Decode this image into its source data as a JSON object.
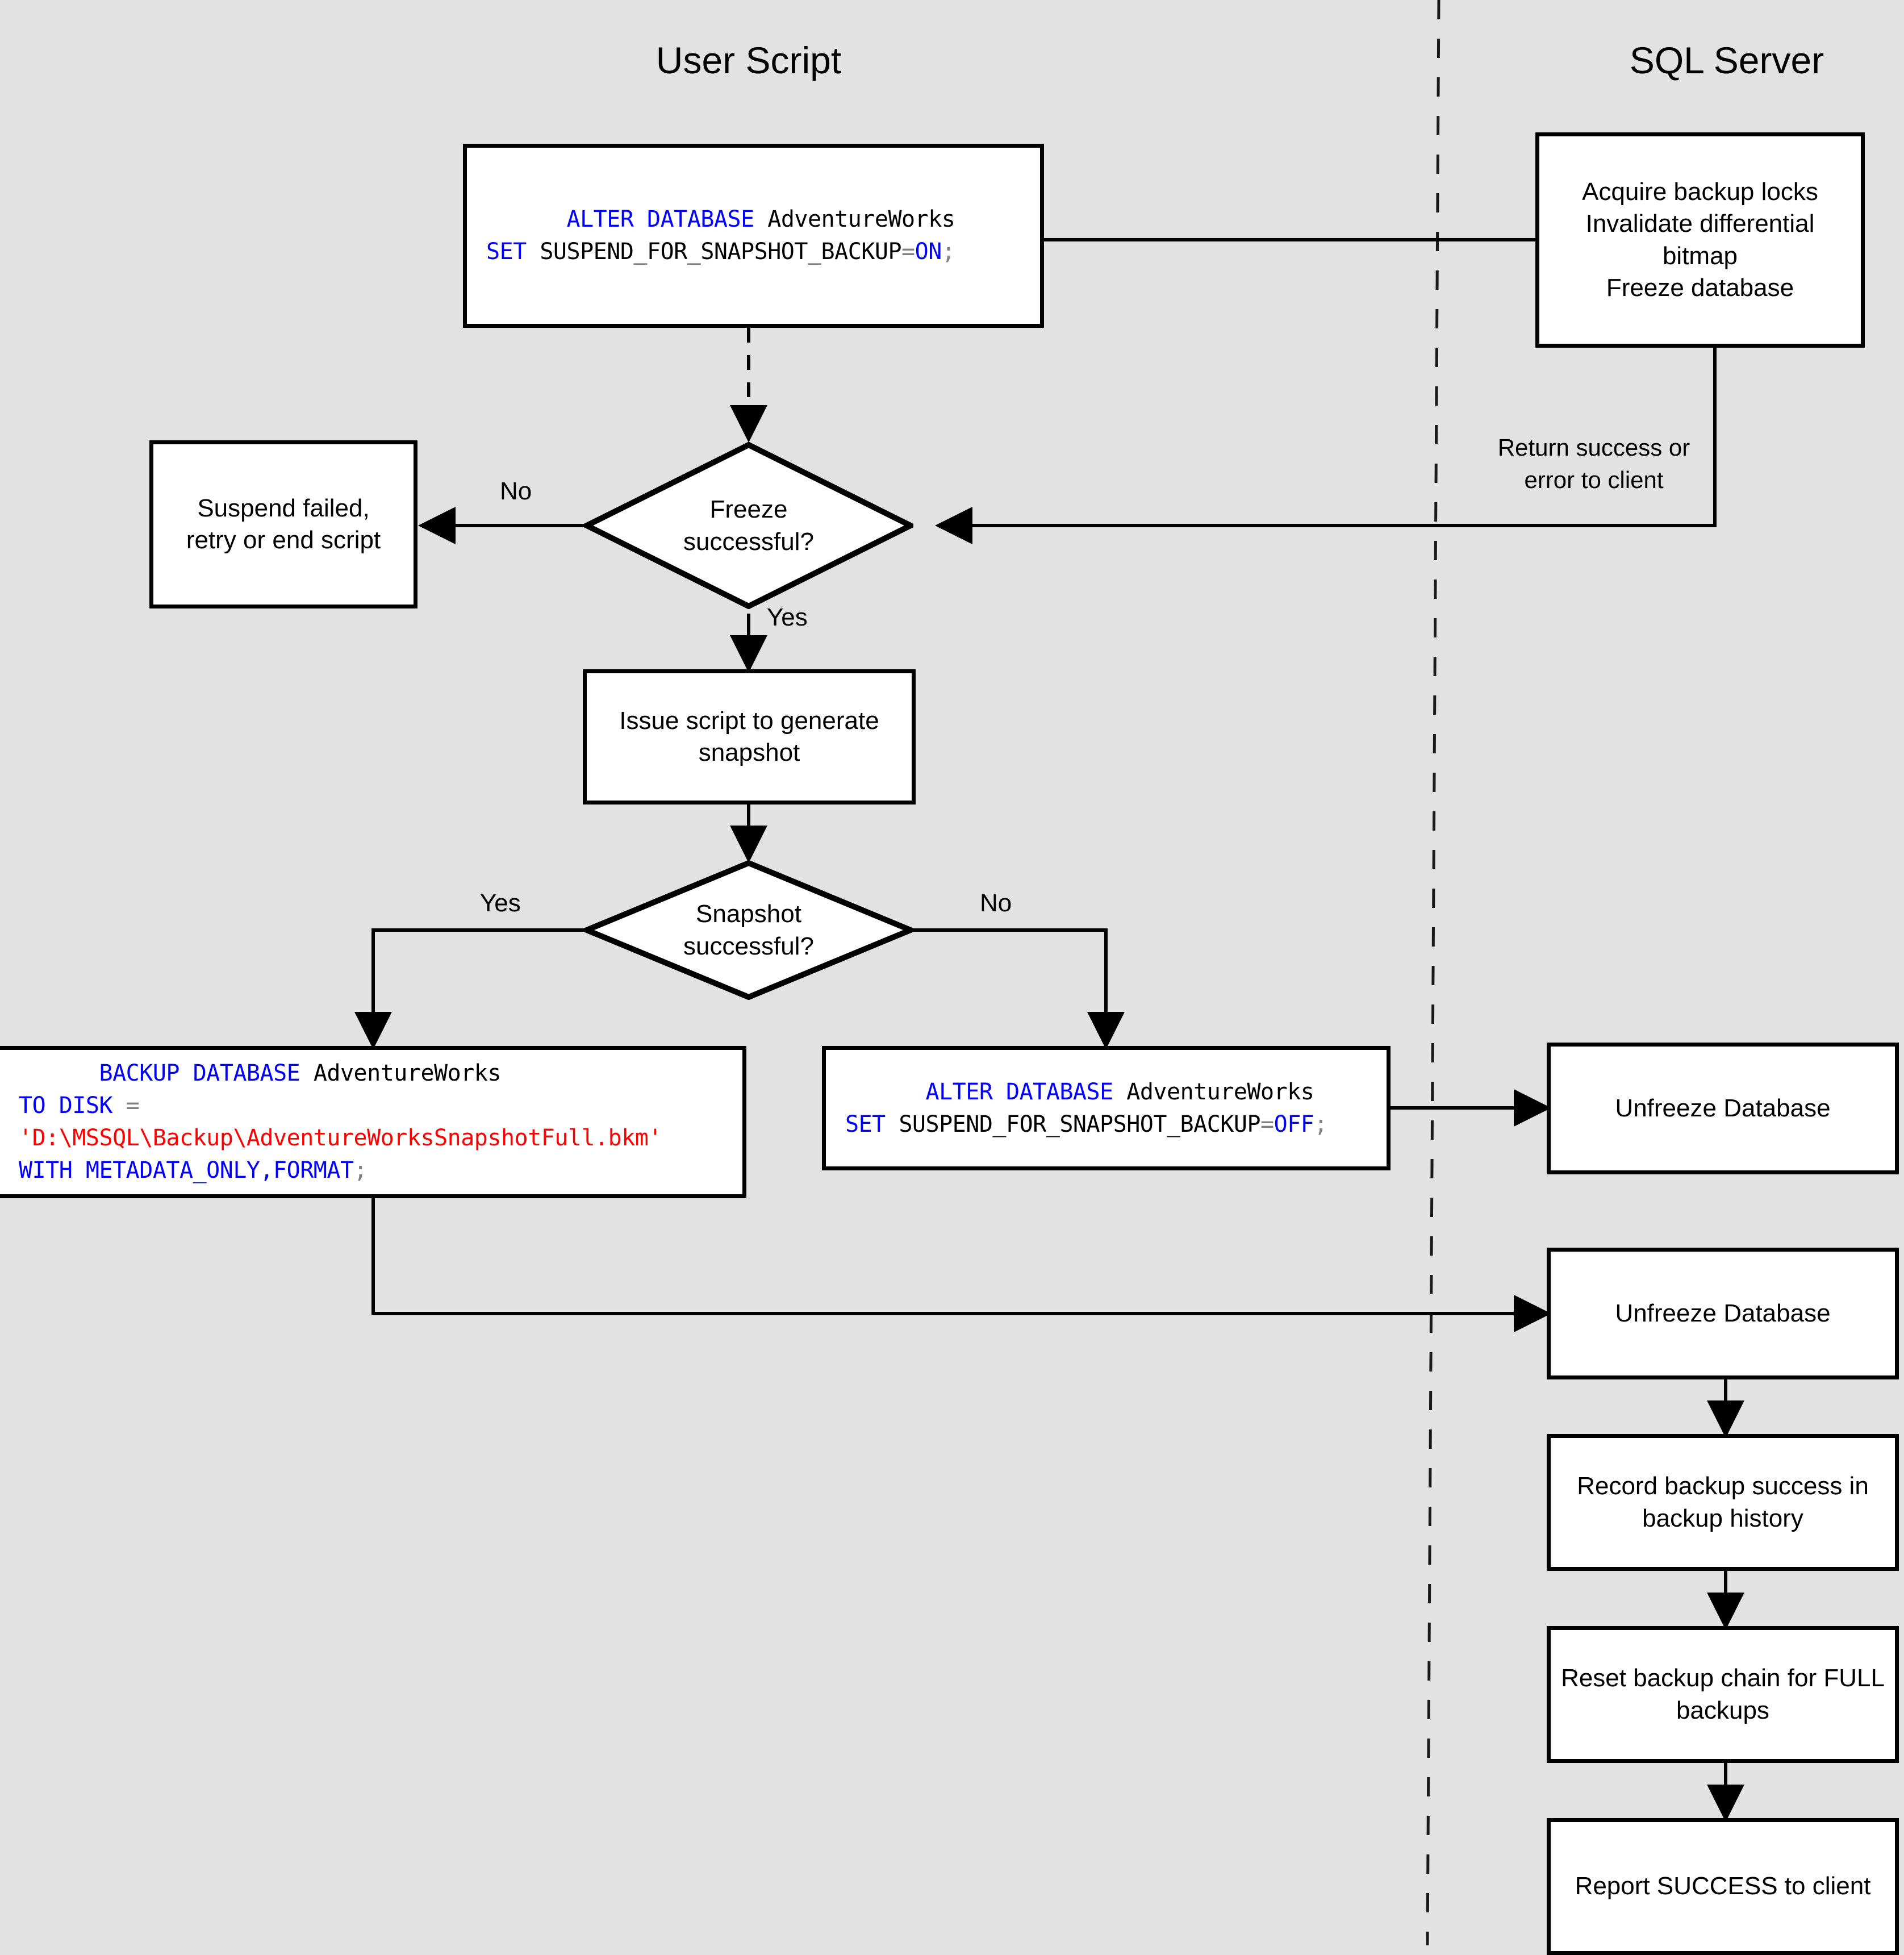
{
  "diagram": {
    "background_color": "#e2e2e2",
    "title": "SQL Server database snapshot backup flow"
  },
  "lanes": [
    {
      "id": "user-script",
      "title": "User Script"
    },
    {
      "id": "sql-server",
      "title": "SQL Server"
    }
  ],
  "code_blocks": {
    "alter_on": {
      "line1": [
        {
          "t": "ALTER DATABASE ",
          "c": "kw"
        },
        {
          "t": "AdventureWorks",
          "c": "id"
        }
      ],
      "line2": [
        {
          "t": "SET ",
          "c": "kw"
        },
        {
          "t": "SUSPEND_FOR_SNAPSHOT_BACKUP",
          "c": "id"
        },
        {
          "t": "=",
          "c": "op"
        },
        {
          "t": "ON",
          "c": "kw"
        },
        {
          "t": ";",
          "c": "op"
        }
      ],
      "plain": "ALTER DATABASE AdventureWorks SET SUSPEND_FOR_SNAPSHOT_BACKUP=ON;"
    },
    "alter_off": {
      "line1": [
        {
          "t": "ALTER DATABASE ",
          "c": "kw"
        },
        {
          "t": "AdventureWorks",
          "c": "id"
        }
      ],
      "line2": [
        {
          "t": "SET ",
          "c": "kw"
        },
        {
          "t": "SUSPEND_FOR_SNAPSHOT_BACKUP",
          "c": "id"
        },
        {
          "t": "=",
          "c": "op"
        },
        {
          "t": "OFF",
          "c": "kw"
        },
        {
          "t": ";",
          "c": "op"
        }
      ],
      "plain": "ALTER DATABASE AdventureWorks SET SUSPEND_FOR_SNAPSHOT_BACKUP=OFF;"
    },
    "backup": {
      "line1": [
        {
          "t": "BACKUP DATABASE ",
          "c": "kw"
        },
        {
          "t": "AdventureWorks",
          "c": "id"
        }
      ],
      "line2": [
        {
          "t": "TO DISK ",
          "c": "kw"
        },
        {
          "t": "=",
          "c": "op"
        }
      ],
      "line3": [
        {
          "t": "'D:\\MSSQL\\Backup\\AdventureWorksSnapshotFull.bkm'",
          "c": "str"
        }
      ],
      "line4": [
        {
          "t": "WITH METADATA_ONLY,FORMAT",
          "c": "kw"
        },
        {
          "t": ";",
          "c": "op"
        }
      ],
      "plain": "BACKUP DATABASE AdventureWorks TO DISK = 'D:\\MSSQL\\Backup\\AdventureWorksSnapshotFull.bkm' WITH METADATA_ONLY,FORMAT;"
    }
  },
  "nodes": {
    "acquire_locks": "Acquire backup locks\nInvalidate differential\nbitmap\nFreeze database",
    "suspend_failed": "Suspend failed,\nretry or end script",
    "issue_script": "Issue script to generate\nsnapshot",
    "unfreeze_1": "Unfreeze Database",
    "unfreeze_2": "Unfreeze Database",
    "record_history": "Record backup success in\nbackup history",
    "reset_chain": "Reset backup chain for FULL\nbackups",
    "report_success": "Report SUCCESS to client"
  },
  "decisions": {
    "freeze_successful": "Freeze\nsuccessful?",
    "snapshot_successful": "Snapshot\nsuccessful?"
  },
  "edge_labels": {
    "freeze_no": "No",
    "freeze_yes": "Yes",
    "snapshot_yes": "Yes",
    "snapshot_no": "No"
  },
  "annotations": {
    "return_to_client": "Return success or\nerror to client"
  },
  "colors": {
    "keyword": "#0000ff",
    "identifier": "#000000",
    "string": "#ff0000",
    "operator": "#808080",
    "stroke": "#000000",
    "node_fill": "#ffffff",
    "background": "#e2e2e2"
  }
}
